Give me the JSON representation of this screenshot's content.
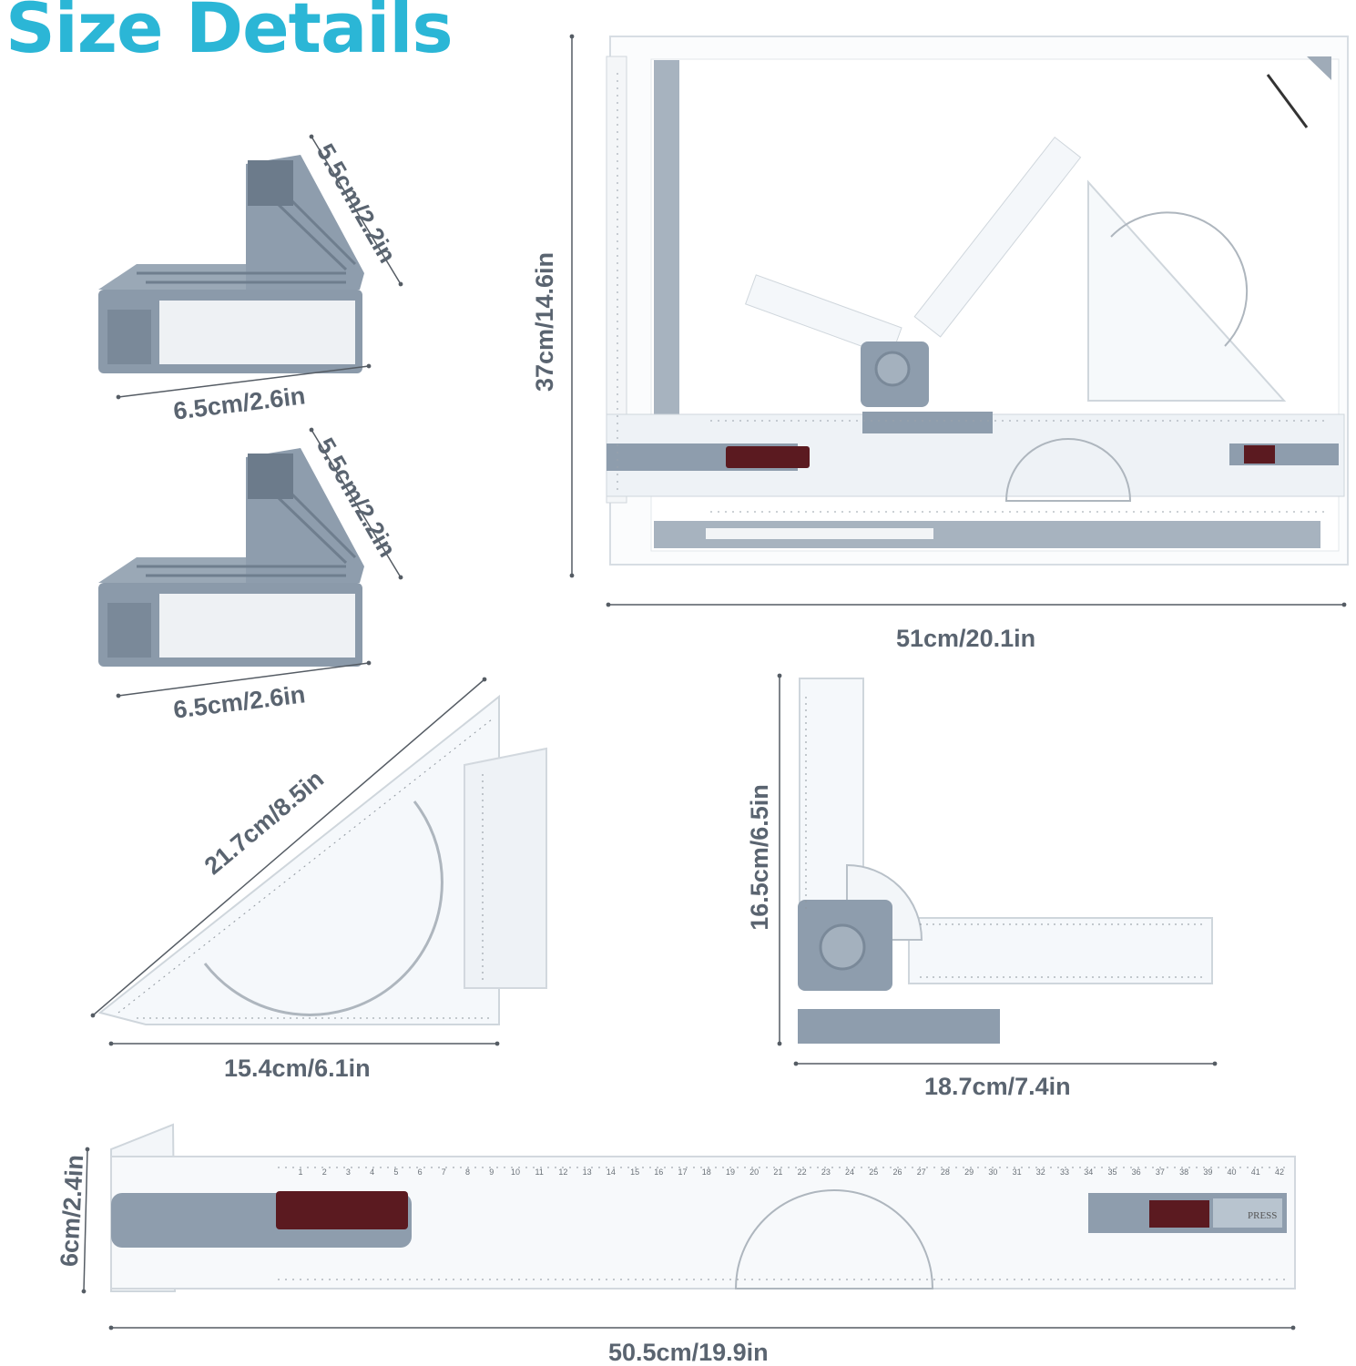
{
  "page": {
    "title": "Size Details"
  },
  "colors": {
    "title": "#2bb6d6",
    "label": "#5a6470",
    "plastic": "#8e9dad",
    "grip": "#5b1a20",
    "line": "#555c64"
  },
  "dimensions": {
    "clamp_top_height": "5.5cm/2.2in",
    "clamp_top_width": "6.5cm/2.6in",
    "clamp_bottom_height": "5.5cm/2.2in",
    "clamp_bottom_width": "6.5cm/2.6in",
    "board_height": "37cm/14.6in",
    "board_width": "51cm/20.1in",
    "set_square_hypotenuse": "21.7cm/8.5in",
    "set_square_width": "15.4cm/6.1in",
    "arm_height": "16.5cm/6.5in",
    "arm_width": "18.7cm/7.4in",
    "ruler_height": "6cm/2.4in",
    "ruler_width": "50.5cm/19.9in"
  },
  "ruler_marks": {
    "top_scale": [
      "1",
      "2",
      "3",
      "4",
      "5",
      "6",
      "7",
      "8",
      "9",
      "10",
      "11",
      "12",
      "13",
      "14",
      "15",
      "16",
      "17",
      "18",
      "19",
      "20",
      "21",
      "22",
      "23",
      "24",
      "25",
      "26",
      "27",
      "28",
      "29",
      "30",
      "31",
      "32",
      "33",
      "34",
      "35",
      "36",
      "37",
      "38",
      "39",
      "40",
      "41",
      "42"
    ],
    "press_label": "PRESS"
  }
}
